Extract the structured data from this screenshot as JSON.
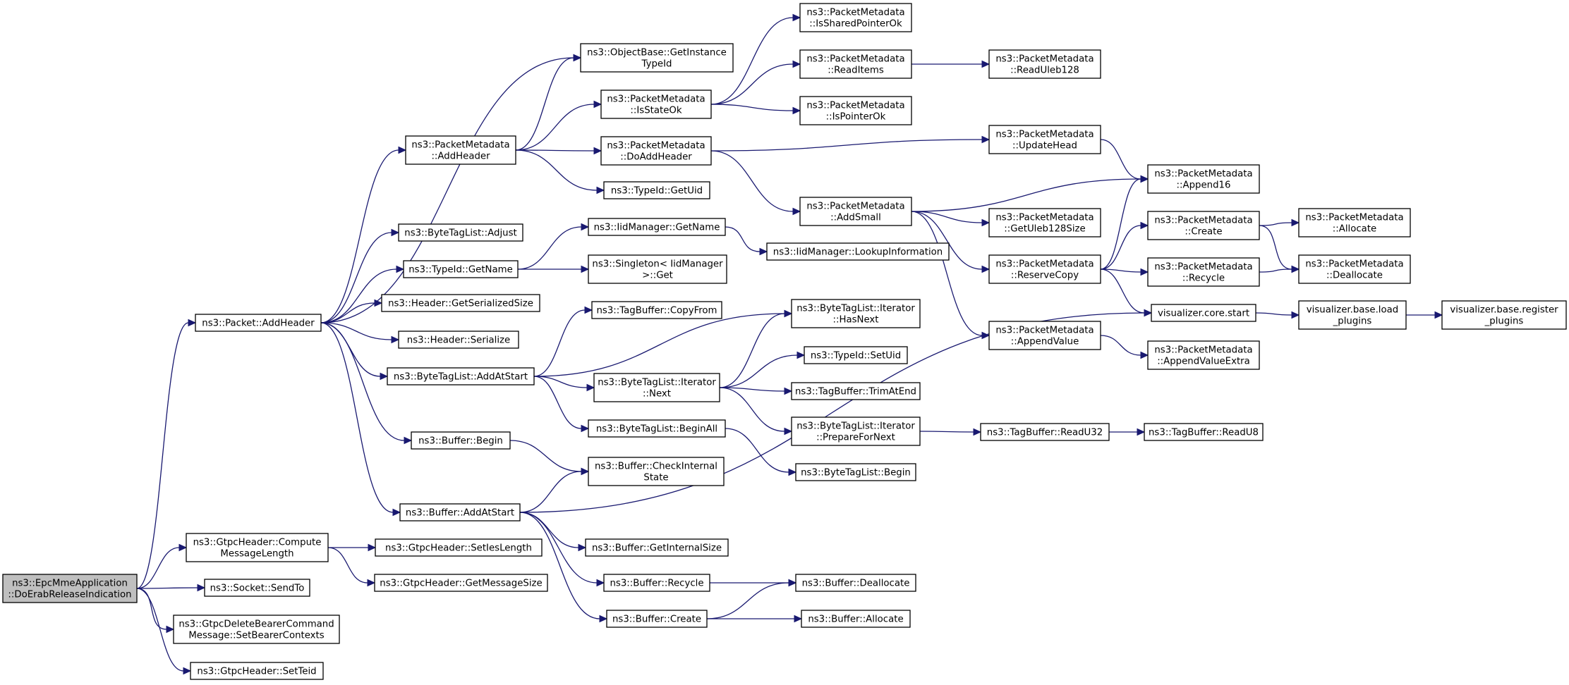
{
  "colors": {
    "node_fill": "#ffffff",
    "root_fill": "#bfbfbf",
    "border": "#000000",
    "edge": "#191970",
    "text": "#000000"
  },
  "nodes": [
    {
      "id": "root",
      "lines": [
        "ns3::EpcMmeApplication",
        "::DoErabReleaseIndication"
      ],
      "root": true
    },
    {
      "id": "pkt_addheader",
      "lines": [
        "ns3::Packet::AddHeader"
      ]
    },
    {
      "id": "gtpc_compute",
      "lines": [
        "ns3::GtpcHeader::Compute",
        "MessageLength"
      ]
    },
    {
      "id": "socket_sendto",
      "lines": [
        "ns3::Socket::SendTo"
      ]
    },
    {
      "id": "gtpc_delete",
      "lines": [
        "ns3::GtpcDeleteBearerCommand",
        "Message::SetBearerContexts"
      ]
    },
    {
      "id": "gtpc_setteid",
      "lines": [
        "ns3::GtpcHeader::SetTeid"
      ]
    },
    {
      "id": "pm_addheader",
      "lines": [
        "ns3::PacketMetadata",
        "::AddHeader"
      ]
    },
    {
      "id": "btl_adjust",
      "lines": [
        "ns3::ByteTagList::Adjust"
      ]
    },
    {
      "id": "typeid_getname",
      "lines": [
        "ns3::TypeId::GetName"
      ]
    },
    {
      "id": "hdr_getsersize",
      "lines": [
        "ns3::Header::GetSerializedSize"
      ]
    },
    {
      "id": "hdr_serialize",
      "lines": [
        "ns3::Header::Serialize"
      ]
    },
    {
      "id": "btl_addatstart",
      "lines": [
        "ns3::ByteTagList::AddAtStart"
      ]
    },
    {
      "id": "buf_begin",
      "lines": [
        "ns3::Buffer::Begin"
      ]
    },
    {
      "id": "buf_addatstart",
      "lines": [
        "ns3::Buffer::AddAtStart"
      ]
    },
    {
      "id": "gtpc_setieslen",
      "lines": [
        "ns3::GtpcHeader::SetIesLength"
      ]
    },
    {
      "id": "gtpc_getmsgsize",
      "lines": [
        "ns3::GtpcHeader::GetMessageSize"
      ]
    },
    {
      "id": "objbase_getinst",
      "lines": [
        "ns3::ObjectBase::GetInstance",
        "TypeId"
      ]
    },
    {
      "id": "pm_isstateok",
      "lines": [
        "ns3::PacketMetadata",
        "::IsStateOk"
      ]
    },
    {
      "id": "pm_doaddheader",
      "lines": [
        "ns3::PacketMetadata",
        "::DoAddHeader"
      ]
    },
    {
      "id": "typeid_getuid",
      "lines": [
        "ns3::TypeId::GetUid"
      ]
    },
    {
      "id": "iid_getname",
      "lines": [
        "ns3::IidManager::GetName"
      ]
    },
    {
      "id": "singleton_get",
      "lines": [
        "ns3::Singleton< IidManager",
        ">::Get"
      ]
    },
    {
      "id": "tagbuf_copyfrom",
      "lines": [
        "ns3::TagBuffer::CopyFrom"
      ]
    },
    {
      "id": "btl_it_next",
      "lines": [
        "ns3::ByteTagList::Iterator",
        "::Next"
      ]
    },
    {
      "id": "btl_beginall",
      "lines": [
        "ns3::ByteTagList::BeginAll"
      ]
    },
    {
      "id": "buf_checkinternal",
      "lines": [
        "ns3::Buffer::CheckInternal",
        "State"
      ]
    },
    {
      "id": "buf_getinternalsize",
      "lines": [
        "ns3::Buffer::GetInternalSize"
      ]
    },
    {
      "id": "buf_recycle",
      "lines": [
        "ns3::Buffer::Recycle"
      ]
    },
    {
      "id": "buf_create",
      "lines": [
        "ns3::Buffer::Create"
      ]
    },
    {
      "id": "pm_issharedptr",
      "lines": [
        "ns3::PacketMetadata",
        "::IsSharedPointerOk"
      ]
    },
    {
      "id": "pm_readitems",
      "lines": [
        "ns3::PacketMetadata",
        "::ReadItems"
      ]
    },
    {
      "id": "pm_isptrok",
      "lines": [
        "ns3::PacketMetadata",
        "::IsPointerOk"
      ]
    },
    {
      "id": "pm_addsmall",
      "lines": [
        "ns3::PacketMetadata",
        "::AddSmall"
      ]
    },
    {
      "id": "iid_lookup",
      "lines": [
        "ns3::IidManager::LookupInformation"
      ]
    },
    {
      "id": "btl_it_hasnext",
      "lines": [
        "ns3::ByteTagList::Iterator",
        "::HasNext"
      ]
    },
    {
      "id": "typeid_setuid",
      "lines": [
        "ns3::TypeId::SetUid"
      ]
    },
    {
      "id": "tagbuf_trimatend",
      "lines": [
        "ns3::TagBuffer::TrimAtEnd"
      ]
    },
    {
      "id": "btl_it_prepare",
      "lines": [
        "ns3::ByteTagList::Iterator",
        "::PrepareForNext"
      ]
    },
    {
      "id": "btl_begin",
      "lines": [
        "ns3::ByteTagList::Begin"
      ]
    },
    {
      "id": "buf_deallocate",
      "lines": [
        "ns3::Buffer::Deallocate"
      ]
    },
    {
      "id": "buf_allocate",
      "lines": [
        "ns3::Buffer::Allocate"
      ]
    },
    {
      "id": "pm_readuleb",
      "lines": [
        "ns3::PacketMetadata",
        "::ReadUleb128"
      ]
    },
    {
      "id": "pm_updatehead",
      "lines": [
        "ns3::PacketMetadata",
        "::UpdateHead"
      ]
    },
    {
      "id": "pm_getuleb",
      "lines": [
        "ns3::PacketMetadata",
        "::GetUleb128Size"
      ]
    },
    {
      "id": "pm_reservecopy",
      "lines": [
        "ns3::PacketMetadata",
        "::ReserveCopy"
      ]
    },
    {
      "id": "pm_appendvalue",
      "lines": [
        "ns3::PacketMetadata",
        "::AppendValue"
      ]
    },
    {
      "id": "tagbuf_readu32",
      "lines": [
        "ns3::TagBuffer::ReadU32"
      ]
    },
    {
      "id": "pm_append16",
      "lines": [
        "ns3::PacketMetadata",
        "::Append16"
      ]
    },
    {
      "id": "pm_create",
      "lines": [
        "ns3::PacketMetadata",
        "::Create"
      ]
    },
    {
      "id": "pm_recycle",
      "lines": [
        "ns3::PacketMetadata",
        "::Recycle"
      ]
    },
    {
      "id": "vis_core_start",
      "lines": [
        "visualizer.core.start"
      ]
    },
    {
      "id": "pm_appendvalueextra",
      "lines": [
        "ns3::PacketMetadata",
        "::AppendValueExtra"
      ]
    },
    {
      "id": "tagbuf_readu8",
      "lines": [
        "ns3::TagBuffer::ReadU8"
      ]
    },
    {
      "id": "pm_allocate",
      "lines": [
        "ns3::PacketMetadata",
        "::Allocate"
      ]
    },
    {
      "id": "pm_deallocate",
      "lines": [
        "ns3::PacketMetadata",
        "::Deallocate"
      ]
    },
    {
      "id": "vis_base_load",
      "lines": [
        "visualizer.base.load",
        "_plugins"
      ]
    },
    {
      "id": "vis_base_register",
      "lines": [
        "visualizer.base.register",
        "_plugins"
      ]
    }
  ],
  "edges": [
    [
      "root",
      "pkt_addheader"
    ],
    [
      "root",
      "gtpc_compute"
    ],
    [
      "root",
      "socket_sendto"
    ],
    [
      "root",
      "gtpc_delete"
    ],
    [
      "root",
      "gtpc_setteid"
    ],
    [
      "pkt_addheader",
      "pm_addheader"
    ],
    [
      "pkt_addheader",
      "objbase_getinst"
    ],
    [
      "pkt_addheader",
      "btl_adjust"
    ],
    [
      "pkt_addheader",
      "typeid_getname"
    ],
    [
      "pkt_addheader",
      "hdr_getsersize"
    ],
    [
      "pkt_addheader",
      "hdr_serialize"
    ],
    [
      "pkt_addheader",
      "btl_addatstart"
    ],
    [
      "pkt_addheader",
      "buf_begin"
    ],
    [
      "pkt_addheader",
      "buf_addatstart"
    ],
    [
      "pm_addheader",
      "objbase_getinst"
    ],
    [
      "pm_addheader",
      "pm_isstateok"
    ],
    [
      "pm_addheader",
      "pm_doaddheader"
    ],
    [
      "pm_addheader",
      "typeid_getuid"
    ],
    [
      "pm_isstateok",
      "pm_issharedptr"
    ],
    [
      "pm_isstateok",
      "pm_readitems"
    ],
    [
      "pm_isstateok",
      "pm_isptrok"
    ],
    [
      "pm_readitems",
      "pm_readuleb"
    ],
    [
      "pm_doaddheader",
      "pm_updatehead"
    ],
    [
      "pm_doaddheader",
      "pm_addsmall"
    ],
    [
      "pm_updatehead",
      "pm_append16"
    ],
    [
      "pm_addsmall",
      "pm_append16"
    ],
    [
      "pm_addsmall",
      "pm_getuleb"
    ],
    [
      "pm_addsmall",
      "pm_reservecopy"
    ],
    [
      "pm_addsmall",
      "pm_appendvalue"
    ],
    [
      "pm_reservecopy",
      "pm_append16"
    ],
    [
      "pm_reservecopy",
      "pm_create"
    ],
    [
      "pm_reservecopy",
      "pm_recycle"
    ],
    [
      "pm_reservecopy",
      "vis_core_start"
    ],
    [
      "pm_create",
      "pm_allocate"
    ],
    [
      "pm_create",
      "pm_deallocate"
    ],
    [
      "pm_recycle",
      "pm_deallocate"
    ],
    [
      "pm_appendvalue",
      "pm_appendvalueextra"
    ],
    [
      "vis_core_start",
      "vis_base_load"
    ],
    [
      "vis_base_load",
      "vis_base_register"
    ],
    [
      "typeid_getname",
      "iid_getname"
    ],
    [
      "typeid_getname",
      "singleton_get"
    ],
    [
      "iid_getname",
      "iid_lookup"
    ],
    [
      "btl_addatstart",
      "tagbuf_copyfrom"
    ],
    [
      "btl_addatstart",
      "btl_it_hasnext"
    ],
    [
      "btl_addatstart",
      "btl_it_next"
    ],
    [
      "btl_addatstart",
      "btl_beginall"
    ],
    [
      "btl_it_next",
      "btl_it_hasnext"
    ],
    [
      "btl_it_next",
      "typeid_setuid"
    ],
    [
      "btl_it_next",
      "tagbuf_trimatend"
    ],
    [
      "btl_it_next",
      "btl_it_prepare"
    ],
    [
      "btl_it_prepare",
      "tagbuf_readu32"
    ],
    [
      "tagbuf_readu32",
      "tagbuf_readu8"
    ],
    [
      "btl_beginall",
      "btl_begin"
    ],
    [
      "buf_begin",
      "buf_checkinternal"
    ],
    [
      "buf_addatstart",
      "buf_checkinternal"
    ],
    [
      "buf_addatstart",
      "vis_core_start"
    ],
    [
      "buf_addatstart",
      "buf_getinternalsize"
    ],
    [
      "buf_addatstart",
      "buf_recycle"
    ],
    [
      "buf_addatstart",
      "buf_create"
    ],
    [
      "buf_recycle",
      "buf_deallocate"
    ],
    [
      "buf_create",
      "buf_deallocate"
    ],
    [
      "buf_create",
      "buf_allocate"
    ],
    [
      "gtpc_compute",
      "gtpc_setieslen"
    ],
    [
      "gtpc_compute",
      "gtpc_getmsgsize"
    ]
  ]
}
